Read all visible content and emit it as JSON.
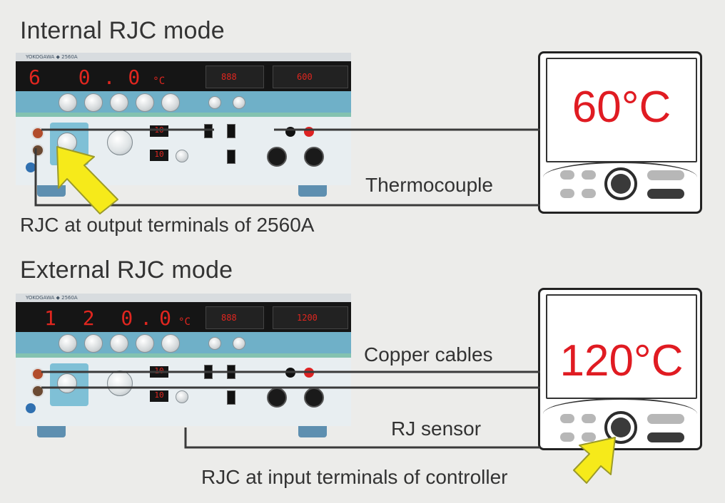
{
  "sections": {
    "internal": {
      "heading": "Internal RJC mode",
      "instrument_display": "6 0.0",
      "instrument_unit": "°C",
      "controller_display": "60°C",
      "wire_label": "Thermocouple",
      "caption": "RJC at output terminals of 2560A"
    },
    "external": {
      "heading": "External RJC mode",
      "instrument_display": "1 2 0.0",
      "instrument_unit": "°C",
      "controller_display": "120°C",
      "wire_label_top": "Copper cables",
      "wire_label_bottom": "RJ sensor",
      "caption": "RJC at input terminals of controller"
    }
  },
  "colors": {
    "background": "#ececea",
    "wire": "#3a3a3a",
    "arrow_fill": "#f6ea1a",
    "arrow_stroke": "#9b9a2a",
    "display_red": "#e01b22"
  }
}
